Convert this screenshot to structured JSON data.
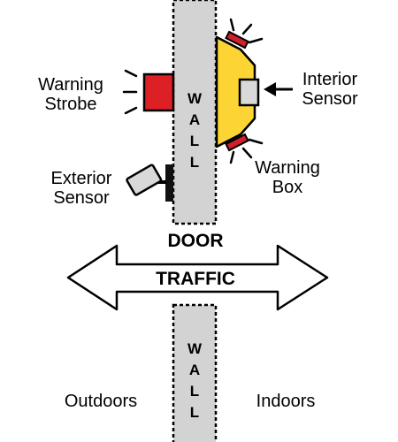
{
  "labels": {
    "warning_strobe_line1": "Warning",
    "warning_strobe_line2": "Strobe",
    "interior_sensor_line1": "Interior",
    "interior_sensor_line2": "Sensor",
    "exterior_sensor_line1": "Exterior",
    "exterior_sensor_line2": "Sensor",
    "warning_box_line1": "Warning",
    "warning_box_line2": "Box",
    "door": "DOOR",
    "traffic": "TRAFFIC",
    "outdoors": "Outdoors",
    "indoors": "Indoors"
  },
  "wall_upper": [
    "W",
    "A",
    "L",
    "L"
  ],
  "wall_lower": [
    "W",
    "A",
    "L",
    "L"
  ],
  "colors": {
    "wall_fill": "#d3d3d3",
    "strobe_red": "#dd1f26",
    "box_yellow": "#fcd535",
    "light_red": "#d11f2b",
    "sensor_gray": "#d9d9d9"
  }
}
